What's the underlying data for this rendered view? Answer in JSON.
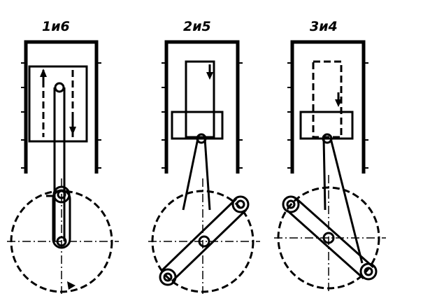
{
  "diagram": {
    "positions": [
      {
        "label": "1и6"
      },
      {
        "label": "2и5"
      },
      {
        "label": "3и4"
      }
    ]
  }
}
